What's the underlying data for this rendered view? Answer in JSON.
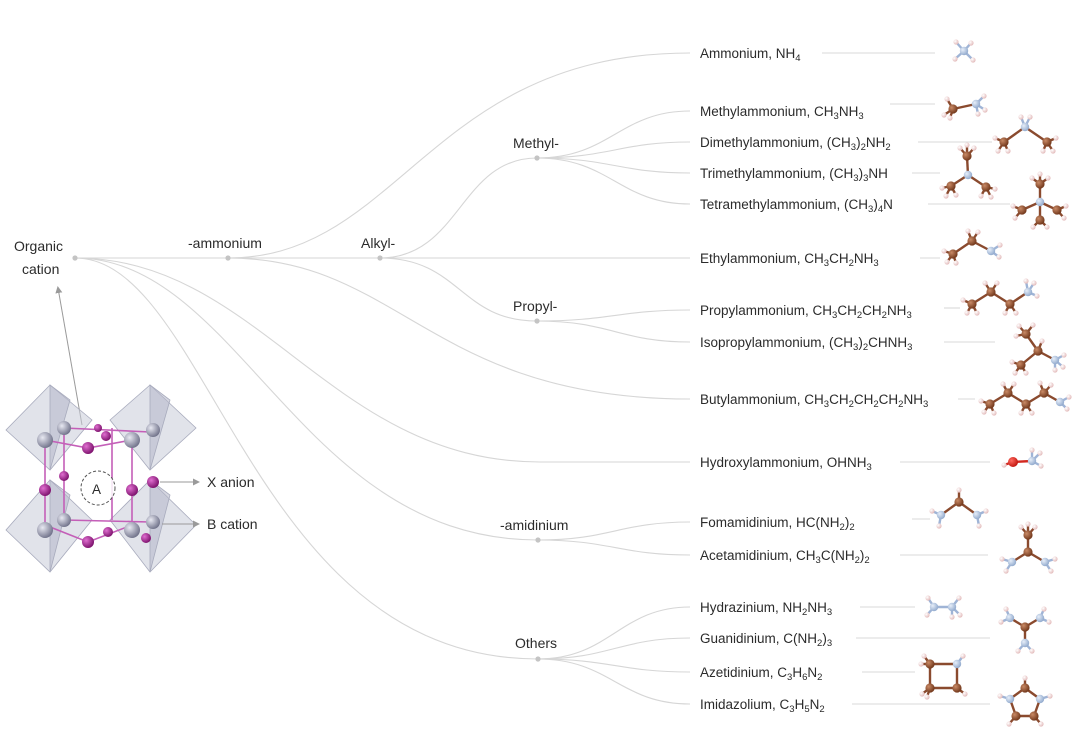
{
  "root": {
    "label_line1": "Organic",
    "label_line2": "cation"
  },
  "nodes": {
    "ammonium": "-ammonium",
    "alkyl": "Alkyl-",
    "methyl": "Methyl-",
    "propyl": "Propyl-",
    "amidinium": "-amidinium",
    "others": "Others"
  },
  "structure": {
    "site_label": "A",
    "x_anion": "X anion",
    "b_cation": "B cation"
  },
  "cations": [
    {
      "id": "ammonium",
      "parts": [
        [
          "Ammonium, NH",
          ""
        ],
        [
          "4",
          "sub"
        ]
      ]
    },
    {
      "id": "methylammonium",
      "parts": [
        [
          "Methylammonium, CH",
          ""
        ],
        [
          "3",
          "sub"
        ],
        [
          "NH",
          ""
        ],
        [
          "3",
          "sub"
        ]
      ]
    },
    {
      "id": "dimethylammonium",
      "parts": [
        [
          "Dimethylammonium, (CH",
          ""
        ],
        [
          "3",
          "sub"
        ],
        [
          ")",
          ""
        ],
        [
          "2",
          "sub"
        ],
        [
          "NH",
          ""
        ],
        [
          "2",
          "sub"
        ]
      ]
    },
    {
      "id": "trimethylammonium",
      "parts": [
        [
          "Trimethylammonium, (CH",
          ""
        ],
        [
          "3",
          "sub"
        ],
        [
          ")",
          ""
        ],
        [
          "3",
          "sub"
        ],
        [
          "NH",
          ""
        ]
      ]
    },
    {
      "id": "tetramethylammonium",
      "parts": [
        [
          "Tetramethylammonium, (CH",
          ""
        ],
        [
          "3",
          "sub"
        ],
        [
          ")",
          ""
        ],
        [
          "4",
          "sub"
        ],
        [
          "N",
          ""
        ]
      ]
    },
    {
      "id": "ethylammonium",
      "parts": [
        [
          "Ethylammonium, CH",
          ""
        ],
        [
          "3",
          "sub"
        ],
        [
          "CH",
          ""
        ],
        [
          "2",
          "sub"
        ],
        [
          "NH",
          ""
        ],
        [
          "3",
          "sub"
        ]
      ]
    },
    {
      "id": "propylammonium",
      "parts": [
        [
          "Propylammonium, CH",
          ""
        ],
        [
          "3",
          "sub"
        ],
        [
          "CH",
          ""
        ],
        [
          "2",
          "sub"
        ],
        [
          "CH",
          ""
        ],
        [
          "2",
          "sub"
        ],
        [
          "NH",
          ""
        ],
        [
          "3",
          "sub"
        ]
      ]
    },
    {
      "id": "isopropylammonium",
      "parts": [
        [
          "Isopropylammonium, (CH",
          ""
        ],
        [
          "3",
          "sub"
        ],
        [
          ")",
          ""
        ],
        [
          "2",
          "sub"
        ],
        [
          "CHNH",
          ""
        ],
        [
          "3",
          "sub"
        ]
      ]
    },
    {
      "id": "butylammonium",
      "parts": [
        [
          "Butylammonium, CH",
          ""
        ],
        [
          "3",
          "sub"
        ],
        [
          "CH",
          ""
        ],
        [
          "2",
          "sub"
        ],
        [
          "CH",
          ""
        ],
        [
          "2",
          "sub"
        ],
        [
          "CH",
          ""
        ],
        [
          "2",
          "sub"
        ],
        [
          "NH",
          ""
        ],
        [
          "3",
          "sub"
        ]
      ]
    },
    {
      "id": "hydroxylammonium",
      "parts": [
        [
          "Hydroxylammonium, OHNH",
          ""
        ],
        [
          "3",
          "sub"
        ]
      ]
    },
    {
      "id": "fomamidinium",
      "parts": [
        [
          "Fomamidinium, HC(NH",
          ""
        ],
        [
          "2",
          "sub"
        ],
        [
          ")",
          ""
        ],
        [
          "2",
          "sub"
        ]
      ]
    },
    {
      "id": "acetamidinium",
      "parts": [
        [
          "Acetamidinium, CH",
          ""
        ],
        [
          "3",
          "sub"
        ],
        [
          "C(NH",
          ""
        ],
        [
          "2",
          "sub"
        ],
        [
          ")",
          ""
        ],
        [
          "2",
          "sub"
        ]
      ]
    },
    {
      "id": "hydrazinium",
      "parts": [
        [
          "Hydrazinium, NH",
          ""
        ],
        [
          "2",
          "sub"
        ],
        [
          "NH",
          ""
        ],
        [
          "3",
          "sub"
        ]
      ]
    },
    {
      "id": "guanidinium",
      "parts": [
        [
          "Guanidinium, C(NH",
          ""
        ],
        [
          "2",
          "sub"
        ],
        [
          ")",
          ""
        ],
        [
          "3",
          "sub"
        ]
      ]
    },
    {
      "id": "azetidinium",
      "parts": [
        [
          "Azetidinium, C",
          ""
        ],
        [
          "3",
          "sub"
        ],
        [
          "H",
          ""
        ],
        [
          "6",
          "sub"
        ],
        [
          "N",
          ""
        ],
        [
          "2",
          "sub"
        ]
      ]
    },
    {
      "id": "imidazolium",
      "parts": [
        [
          "Imidazolium, C",
          ""
        ],
        [
          "3",
          "sub"
        ],
        [
          "H",
          ""
        ],
        [
          "5",
          "sub"
        ],
        [
          "N",
          ""
        ],
        [
          "2",
          "sub"
        ]
      ]
    }
  ],
  "colors": {
    "carbon": "#8a4a2e",
    "nitrogen": "#a9bfdc",
    "hydrogen": "#f2d6d6",
    "oxygen": "#e0231b",
    "metal": "#9a1f86",
    "b_site": "#8d8fa6",
    "octahedron": "#c9ccd8",
    "branch_line": "#d6d6d6"
  }
}
